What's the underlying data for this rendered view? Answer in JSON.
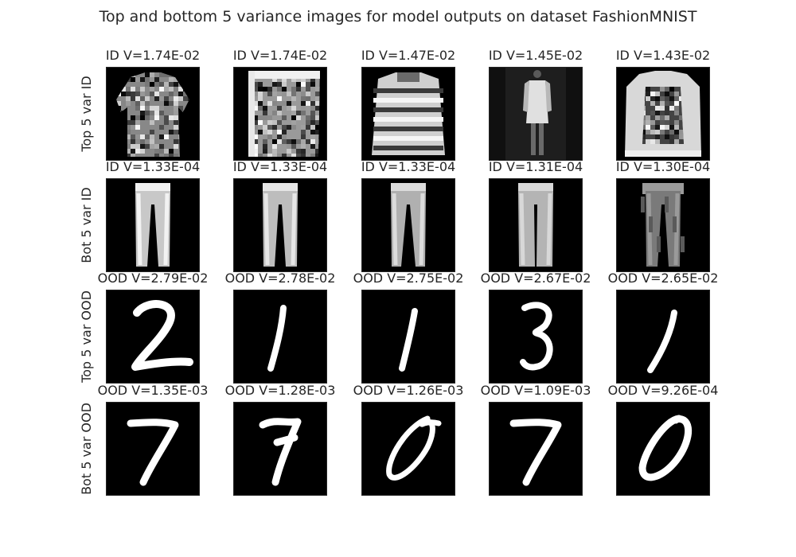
{
  "title": "Top and bottom 5 variance images for model outputs on dataset FashionMNIST",
  "chart_data": {
    "type": "image_grid",
    "title": "Top and bottom 5 variance images for model outputs on dataset FashionMNIST",
    "rows": [
      {
        "label": "Top 5 var ID",
        "cells": [
          {
            "title": "ID V=1.74E-02",
            "group": "ID",
            "variance": 0.0174,
            "image": "shirt-pattern-icon"
          },
          {
            "title": "ID V=1.74E-02",
            "group": "ID",
            "variance": 0.0174,
            "image": "shirt-folded-icon"
          },
          {
            "title": "ID V=1.47E-02",
            "group": "ID",
            "variance": 0.0147,
            "image": "pullover-striped-icon"
          },
          {
            "title": "ID V=1.45E-02",
            "group": "ID",
            "variance": 0.0145,
            "image": "dress-person-icon"
          },
          {
            "title": "ID V=1.43E-02",
            "group": "ID",
            "variance": 0.0143,
            "image": "coat-print-icon"
          }
        ]
      },
      {
        "label": "Bot 5 var ID",
        "cells": [
          {
            "title": "ID V=1.33E-04",
            "group": "ID",
            "variance": 0.000133,
            "image": "trouser-icon"
          },
          {
            "title": "ID V=1.33E-04",
            "group": "ID",
            "variance": 0.000133,
            "image": "trouser-icon"
          },
          {
            "title": "ID V=1.33E-04",
            "group": "ID",
            "variance": 0.000133,
            "image": "trouser-icon"
          },
          {
            "title": "ID V=1.31E-04",
            "group": "ID",
            "variance": 0.000131,
            "image": "trouser-icon"
          },
          {
            "title": "ID V=1.30E-04",
            "group": "ID",
            "variance": 0.00013,
            "image": "trouser-icon"
          }
        ]
      },
      {
        "label": "Top 5 var OOD",
        "cells": [
          {
            "title": "OOD V=2.79E-02",
            "group": "OOD",
            "variance": 0.0279,
            "image": "digit-2-icon"
          },
          {
            "title": "OOD V=2.78E-02",
            "group": "OOD",
            "variance": 0.0278,
            "image": "digit-1-icon"
          },
          {
            "title": "OOD V=2.75E-02",
            "group": "OOD",
            "variance": 0.0275,
            "image": "digit-1-icon"
          },
          {
            "title": "OOD V=2.67E-02",
            "group": "OOD",
            "variance": 0.0267,
            "image": "digit-3-icon"
          },
          {
            "title": "OOD V=2.65E-02",
            "group": "OOD",
            "variance": 0.0265,
            "image": "digit-1-icon"
          }
        ]
      },
      {
        "label": "Bot 5 var OOD",
        "cells": [
          {
            "title": "OOD V=1.35E-03",
            "group": "OOD",
            "variance": 0.00135,
            "image": "digit-7-icon"
          },
          {
            "title": "OOD V=1.28E-03",
            "group": "OOD",
            "variance": 0.00128,
            "image": "digit-7-icon"
          },
          {
            "title": "OOD V=1.26E-03",
            "group": "OOD",
            "variance": 0.00126,
            "image": "digit-0-icon"
          },
          {
            "title": "OOD V=1.09E-03",
            "group": "OOD",
            "variance": 0.00109,
            "image": "digit-7-icon"
          },
          {
            "title": "OOD V=9.26E-04",
            "group": "OOD",
            "variance": 0.000926,
            "image": "digit-0-icon"
          }
        ]
      }
    ],
    "colormap": "gray",
    "grid": false
  }
}
